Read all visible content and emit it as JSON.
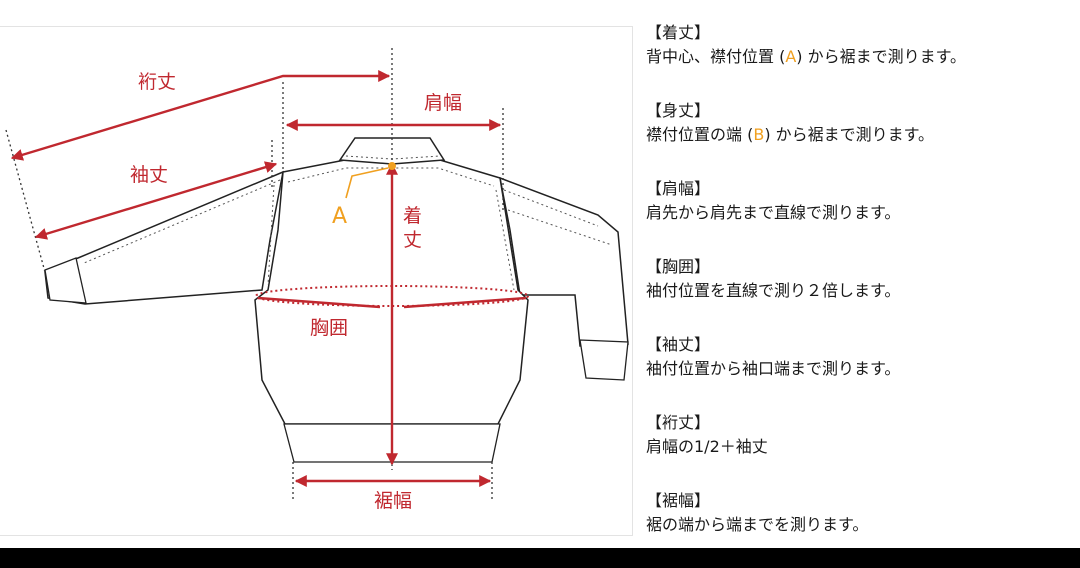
{
  "diagram": {
    "labels": {
      "yuki": "裄丈",
      "katahaba": "肩幅",
      "sodetake": "袖丈",
      "kitake_1": "着",
      "kitake_2": "丈",
      "point_a": "A",
      "munei": "胸囲",
      "susohaba": "裾幅"
    },
    "colors": {
      "measure": "#c0282f",
      "point": "#f0a020",
      "outline": "#222222"
    }
  },
  "notes": [
    {
      "title": "【着丈】",
      "body_before": "背中心、襟付位置 (",
      "mark": "A",
      "body_after": ") から裾まで測ります。"
    },
    {
      "title": "【身丈】",
      "body_before": "襟付位置の端 (",
      "mark": "B",
      "body_after": ") から裾まで測ります。"
    },
    {
      "title": "【肩幅】",
      "body_before": "肩先から肩先まで直線で測ります。",
      "mark": "",
      "body_after": ""
    },
    {
      "title": "【胸囲】",
      "body_before": "袖付位置を直線で測り２倍します。",
      "mark": "",
      "body_after": ""
    },
    {
      "title": "【袖丈】",
      "body_before": "袖付位置から袖口端まで測ります。",
      "mark": "",
      "body_after": ""
    },
    {
      "title": "【裄丈】",
      "body_before": "肩幅の1/2＋袖丈",
      "mark": "",
      "body_after": ""
    },
    {
      "title": "【裾幅】",
      "body_before": "裾の端から端までを測ります。",
      "mark": "",
      "body_after": ""
    }
  ]
}
